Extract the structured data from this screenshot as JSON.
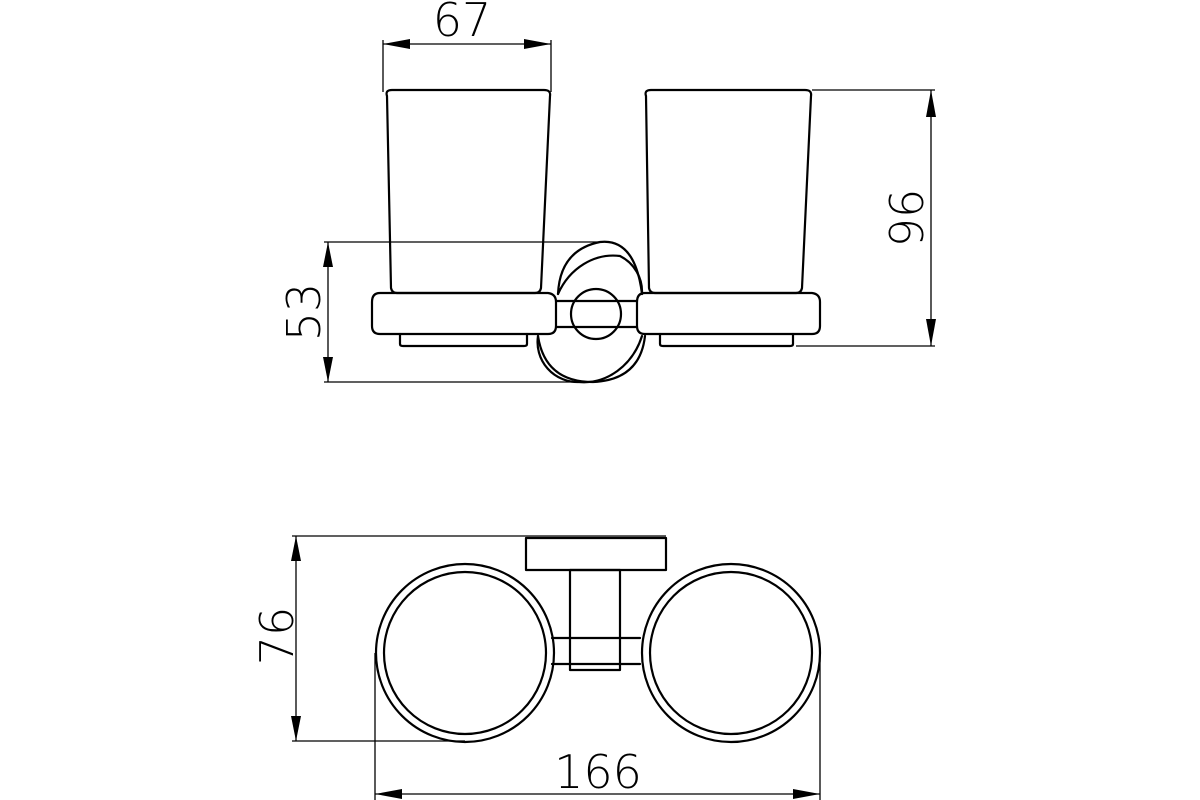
{
  "dimensions": {
    "cup_width": "67",
    "total_height": "96",
    "mount_height": "53",
    "depth": "76",
    "total_width": "166"
  }
}
